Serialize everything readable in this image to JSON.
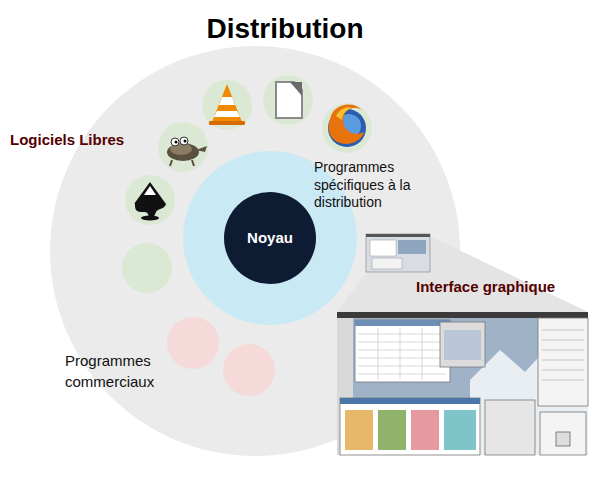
{
  "diagram": {
    "title": "Distribution",
    "nodes": [
      {
        "text": [
          "Programmes spécifiques à la distribution"
        ]
      },
      {
        "text": [
          "Noyau"
        ],
        "in": 0
      }
    ],
    "labels": [
      "Logiciels Libres",
      "Programmes commerciaux",
      "Interface graphique"
    ]
  }
}
